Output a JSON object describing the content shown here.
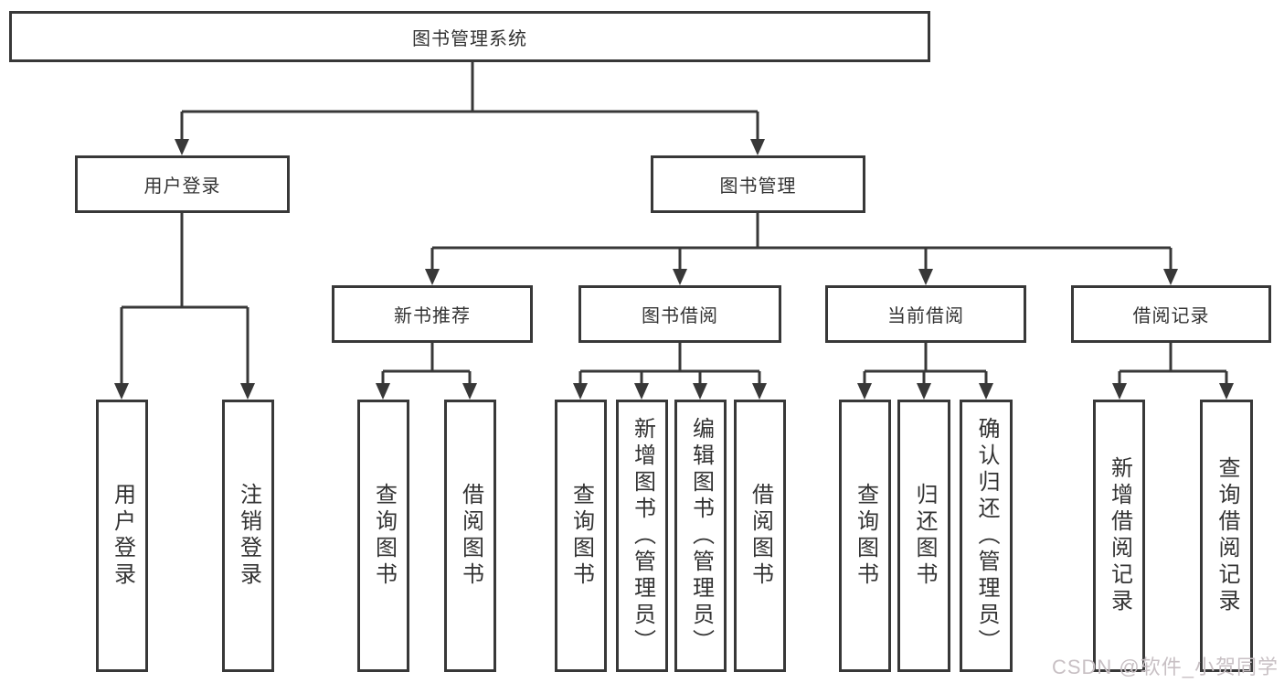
{
  "nodes": {
    "root": {
      "label": "图书管理系统"
    },
    "user_login": {
      "label": "用户登录",
      "children": [
        "用户登录",
        "注销登录"
      ]
    },
    "book_mgmt": {
      "label": "图书管理"
    },
    "new_books": {
      "label": "新书推荐",
      "children": [
        "查询图书",
        "借阅图书"
      ]
    },
    "book_borrow": {
      "label": "图书借阅",
      "children": [
        "查询图书",
        "新增图书（管理员）",
        "编辑图书（管理员）",
        "借阅图书"
      ]
    },
    "current_borrow": {
      "label": "当前借阅",
      "children": [
        "查询图书",
        "归还图书",
        "确认归还（管理员）"
      ]
    },
    "borrow_records": {
      "label": "借阅记录",
      "children": [
        "新增借阅记录",
        "查询借阅记录"
      ]
    }
  },
  "watermark": {
    "label": "CSDN @软件_小贺同学"
  },
  "colors": {
    "line": "#383838",
    "text": "#333333",
    "background": "#ffffff",
    "watermark": "#c8c0c4"
  }
}
